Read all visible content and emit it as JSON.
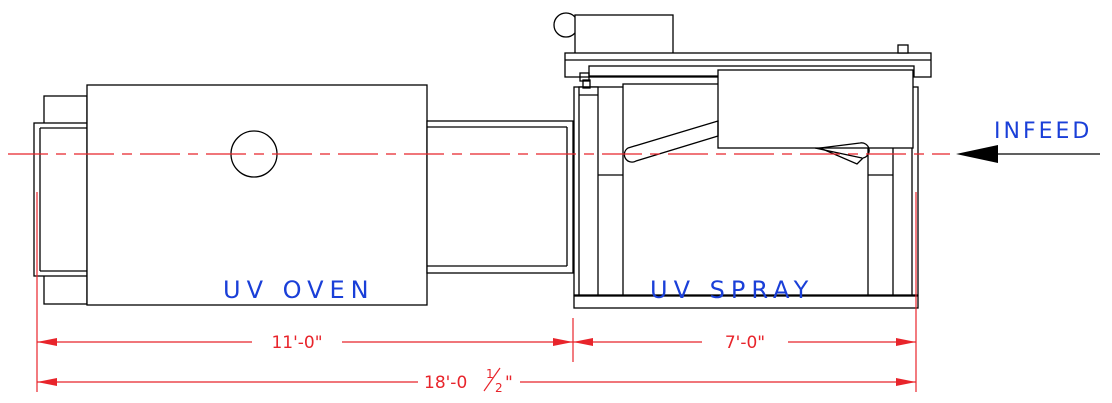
{
  "labels": {
    "infeed": "INFEED",
    "uv_oven": "UV OVEN",
    "uv_spray": "UV SPRAY"
  },
  "dimensions": {
    "oven_length": "11'-0\"",
    "spray_length": "7'-0\"",
    "overall_whole": "18'-0",
    "overall_frac_num": "1",
    "overall_frac_den": "2",
    "overall_inch_mark": "\""
  },
  "colors": {
    "machine": "#000000",
    "dimension": "#e8242b",
    "text": "#1a3fd8"
  }
}
